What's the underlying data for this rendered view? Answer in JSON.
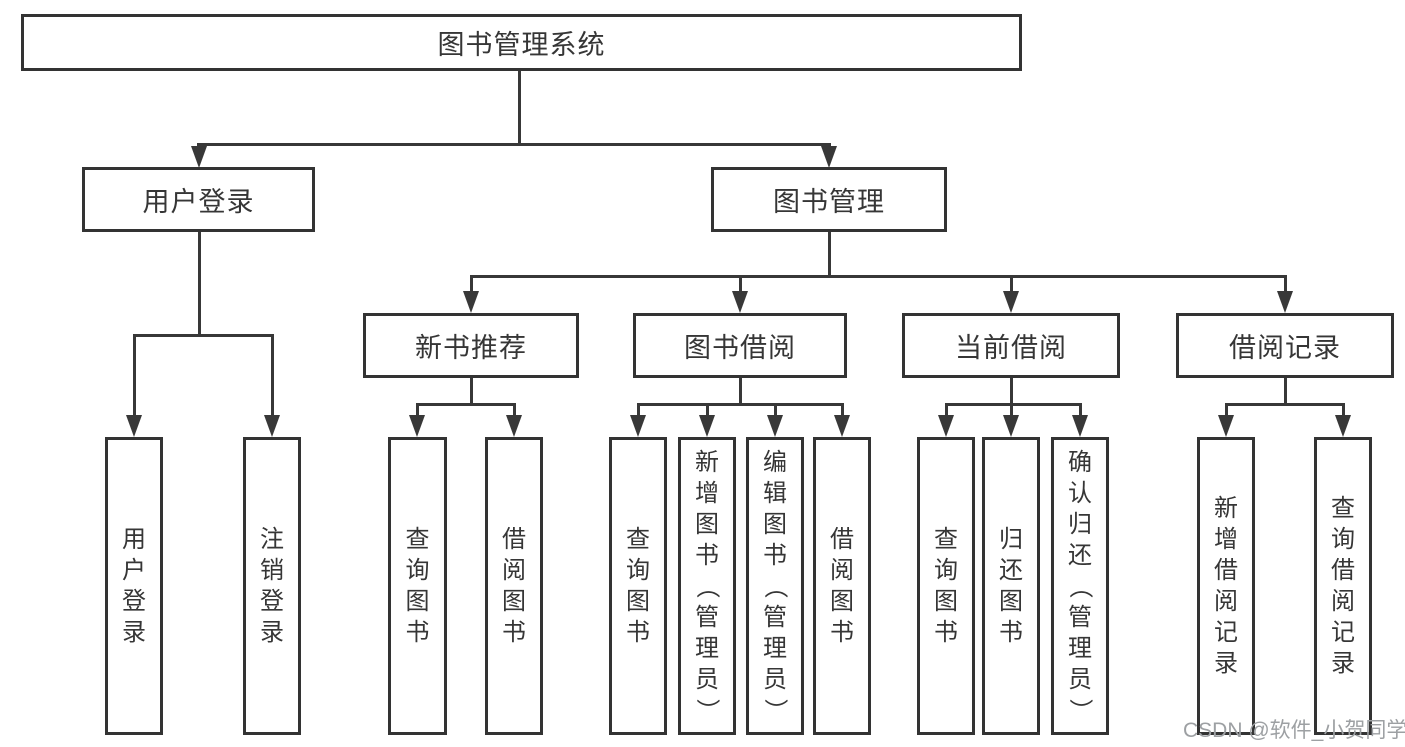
{
  "tree": {
    "label": "图书管理系统",
    "children": [
      {
        "label": "用户登录",
        "children": [
          {
            "label": "用户登录"
          },
          {
            "label": "注销登录"
          }
        ]
      },
      {
        "label": "图书管理",
        "children": [
          {
            "label": "新书推荐",
            "children": [
              {
                "label": "查询图书"
              },
              {
                "label": "借阅图书"
              }
            ]
          },
          {
            "label": "图书借阅",
            "children": [
              {
                "label": "查询图书"
              },
              {
                "label": "新增图书（管理员）"
              },
              {
                "label": "编辑图书（管理员）"
              },
              {
                "label": "借阅图书"
              }
            ]
          },
          {
            "label": "当前借阅",
            "children": [
              {
                "label": "查询图书"
              },
              {
                "label": "归还图书"
              },
              {
                "label": "确认归还（管理员）"
              }
            ]
          },
          {
            "label": "借阅记录",
            "children": [
              {
                "label": "新增借阅记录"
              },
              {
                "label": "查询借阅记录"
              }
            ]
          }
        ]
      }
    ]
  },
  "watermark": {
    "text": "CSDN @软件_小贺同学"
  },
  "colors": {
    "line": "#383838",
    "border": "#333333",
    "text": "#363636",
    "watermark_text": "#9da0a3",
    "background": "#ffffff"
  }
}
